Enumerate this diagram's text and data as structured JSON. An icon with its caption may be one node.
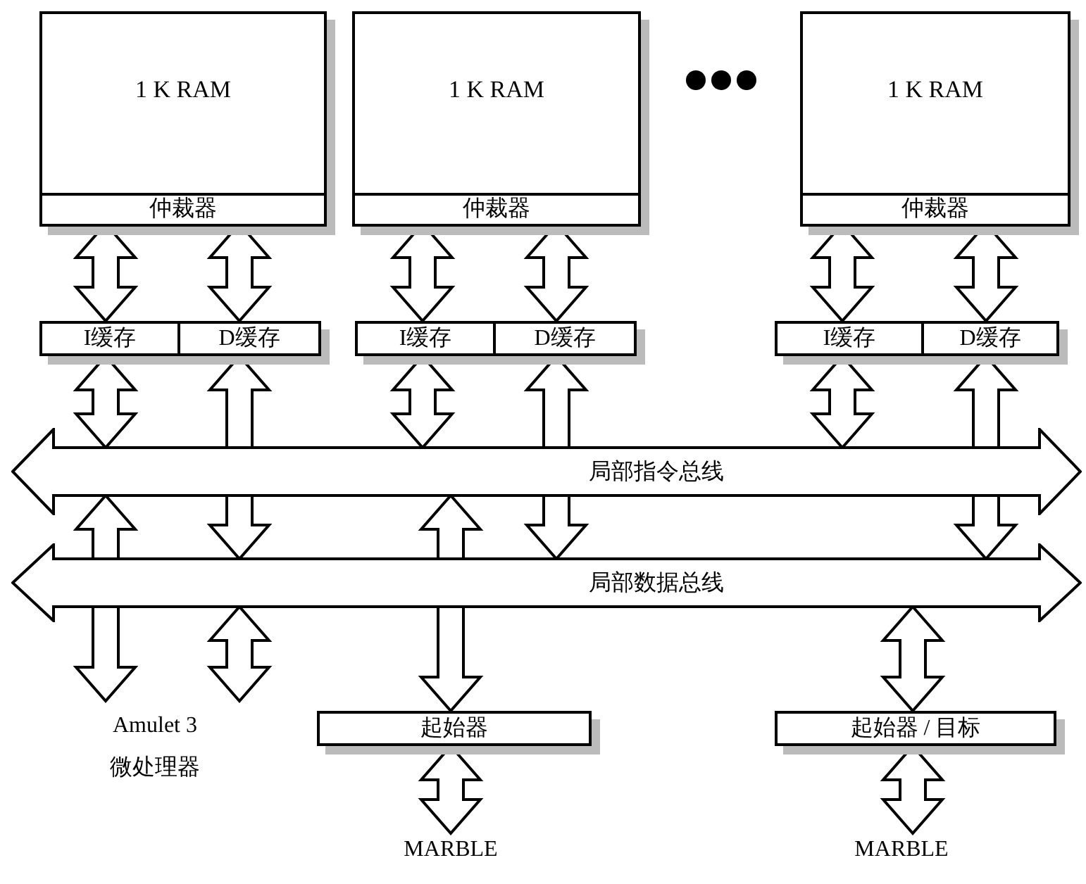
{
  "diagram": {
    "nodes": [
      {
        "text": [
          "1 K RAM"
        ]
      },
      {
        "text": [
          "仲裁器"
        ],
        "in": 0
      },
      {
        "text": [
          "1 K RAM"
        ]
      },
      {
        "text": [
          "仲裁器"
        ],
        "in": 2
      },
      {
        "text": [
          "1 K RAM"
        ]
      },
      {
        "text": [
          "仲裁器"
        ],
        "in": 4
      },
      {
        "text": [
          "I缓存"
        ]
      },
      {
        "text": [
          "D缓存"
        ]
      },
      {
        "text": [
          "I缓存"
        ]
      },
      {
        "text": [
          "D缓存"
        ]
      },
      {
        "text": [
          "I缓存"
        ]
      },
      {
        "text": [
          "D缓存"
        ]
      },
      {
        "text": [
          "局部指令总线"
        ]
      },
      {
        "text": [
          "局部数据总线"
        ]
      },
      {
        "text": [
          "Amulet 3 微处理器"
        ]
      },
      {
        "text": [
          "起始器"
        ]
      },
      {
        "text": [
          "起始器 / 目标"
        ]
      },
      {
        "text": [
          "MARBLE"
        ]
      },
      {
        "text": [
          "MARBLE"
        ]
      }
    ],
    "edges": [
      {
        "from": 1,
        "to": 6,
        "arrow": "both"
      },
      {
        "from": 1,
        "to": 7,
        "arrow": "both"
      },
      {
        "from": 3,
        "to": 8,
        "arrow": "both"
      },
      {
        "from": 3,
        "to": 9,
        "arrow": "both"
      },
      {
        "from": 5,
        "to": 10,
        "arrow": "both"
      },
      {
        "from": 5,
        "to": 11,
        "arrow": "both"
      },
      {
        "from": 6,
        "to": 12,
        "arrow": "both"
      },
      {
        "from": 7,
        "to": 13,
        "arrow": "both"
      },
      {
        "from": 8,
        "to": 12,
        "arrow": "both"
      },
      {
        "from": 9,
        "to": 13,
        "arrow": "both"
      },
      {
        "from": 10,
        "to": 12,
        "arrow": "both"
      },
      {
        "from": 11,
        "to": 13,
        "arrow": "both"
      },
      {
        "from": 12,
        "to": 14,
        "arrow": "both"
      },
      {
        "from": 13,
        "to": 14,
        "arrow": "both"
      },
      {
        "from": 12,
        "to": 15,
        "arrow": "both"
      },
      {
        "from": 13,
        "to": 16,
        "arrow": "both"
      },
      {
        "from": 15,
        "to": 17,
        "arrow": "both"
      },
      {
        "from": 16,
        "to": 18,
        "arrow": "both"
      }
    ]
  }
}
